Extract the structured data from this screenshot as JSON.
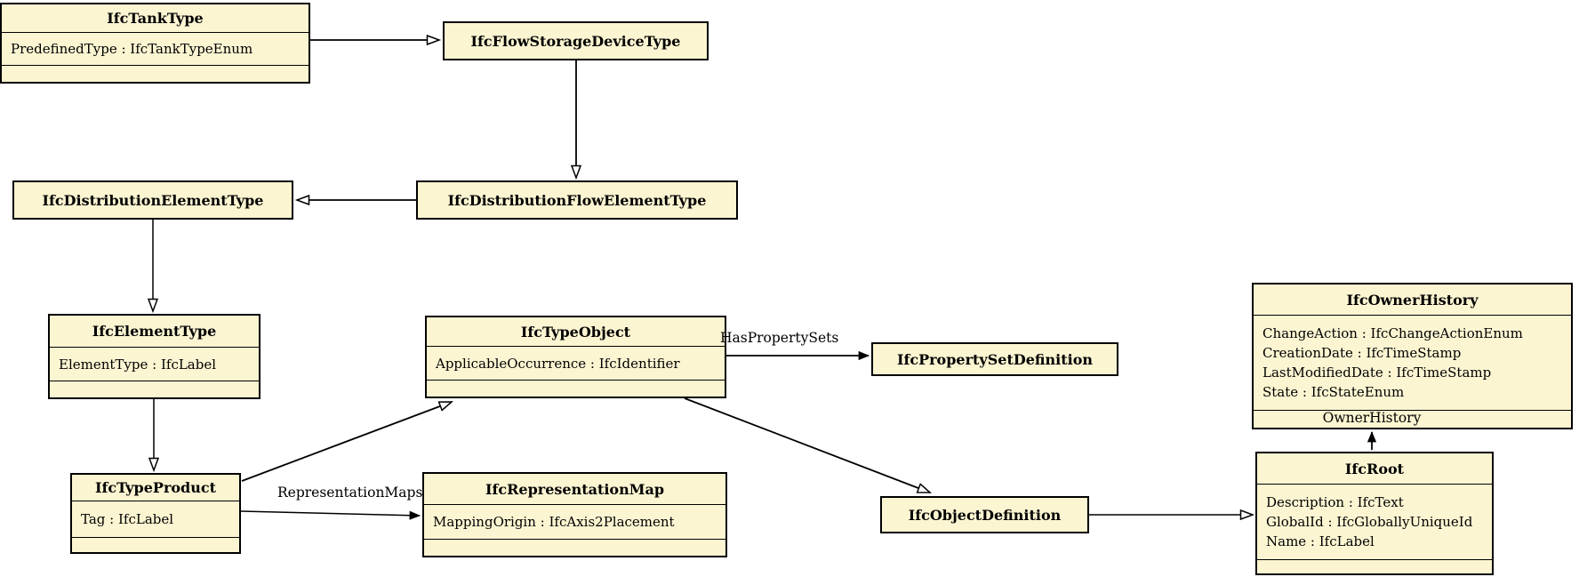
{
  "diagram": {
    "colors": {
      "node_fill": "#FCF5D2",
      "node_border": "#000000",
      "background": "#FFFFFF",
      "line": "#000000"
    },
    "nodes": [
      {
        "id": "ifc-tank-type",
        "title": "IfcTankType",
        "attributes": [
          "PredefinedType : IfcTankTypeEnum"
        ]
      },
      {
        "id": "ifc-flow-storage-device-type",
        "title": "IfcFlowStorageDeviceType",
        "attributes": []
      },
      {
        "id": "ifc-distribution-element-type",
        "title": "IfcDistributionElementType",
        "attributes": []
      },
      {
        "id": "ifc-distribution-flow-element-type",
        "title": "IfcDistributionFlowElementType",
        "attributes": []
      },
      {
        "id": "ifc-element-type",
        "title": "IfcElementType",
        "attributes": [
          "ElementType : IfcLabel"
        ]
      },
      {
        "id": "ifc-type-object",
        "title": "IfcTypeObject",
        "attributes": [
          "ApplicableOccurrence : IfcIdentifier"
        ]
      },
      {
        "id": "ifc-property-set-definition",
        "title": "IfcPropertySetDefinition",
        "attributes": []
      },
      {
        "id": "ifc-owner-history",
        "title": "IfcOwnerHistory",
        "attributes": [
          "ChangeAction : IfcChangeActionEnum",
          "CreationDate : IfcTimeStamp",
          "LastModifiedDate : IfcTimeStamp",
          "State : IfcStateEnum"
        ]
      },
      {
        "id": "ifc-type-product",
        "title": "IfcTypeProduct",
        "attributes": [
          "Tag : IfcLabel"
        ]
      },
      {
        "id": "ifc-representation-map",
        "title": "IfcRepresentationMap",
        "attributes": [
          "MappingOrigin : IfcAxis2Placement"
        ]
      },
      {
        "id": "ifc-object-definition",
        "title": "IfcObjectDefinition",
        "attributes": []
      },
      {
        "id": "ifc-root",
        "title": "IfcRoot",
        "attributes": [
          "Description : IfcText",
          "GlobalId : IfcGloballyUniqueId",
          "Name : IfcLabel"
        ]
      }
    ],
    "labels": {
      "has_property_sets": "HasPropertySets",
      "representation_maps": "RepresentationMaps",
      "owner_history": "OwnerHistory"
    },
    "edges": [
      {
        "from": "IfcTankType",
        "to": "IfcFlowStorageDeviceType",
        "kind": "inheritance"
      },
      {
        "from": "IfcFlowStorageDeviceType",
        "to": "IfcDistributionFlowElementType",
        "kind": "inheritance"
      },
      {
        "from": "IfcDistributionFlowElementType",
        "to": "IfcDistributionElementType",
        "kind": "inheritance"
      },
      {
        "from": "IfcDistributionElementType",
        "to": "IfcElementType",
        "kind": "inheritance"
      },
      {
        "from": "IfcElementType",
        "to": "IfcTypeProduct",
        "kind": "inheritance"
      },
      {
        "from": "IfcTypeProduct",
        "to": "IfcTypeObject",
        "kind": "inheritance"
      },
      {
        "from": "IfcTypeObject",
        "to": "IfcObjectDefinition",
        "kind": "inheritance"
      },
      {
        "from": "IfcObjectDefinition",
        "to": "IfcRoot",
        "kind": "inheritance"
      },
      {
        "from": "IfcTypeObject",
        "to": "IfcPropertySetDefinition",
        "kind": "association",
        "label": "HasPropertySets"
      },
      {
        "from": "IfcTypeProduct",
        "to": "IfcRepresentationMap",
        "kind": "association",
        "label": "RepresentationMaps"
      },
      {
        "from": "IfcRoot",
        "to": "IfcOwnerHistory",
        "kind": "association",
        "label": "OwnerHistory"
      }
    ]
  }
}
